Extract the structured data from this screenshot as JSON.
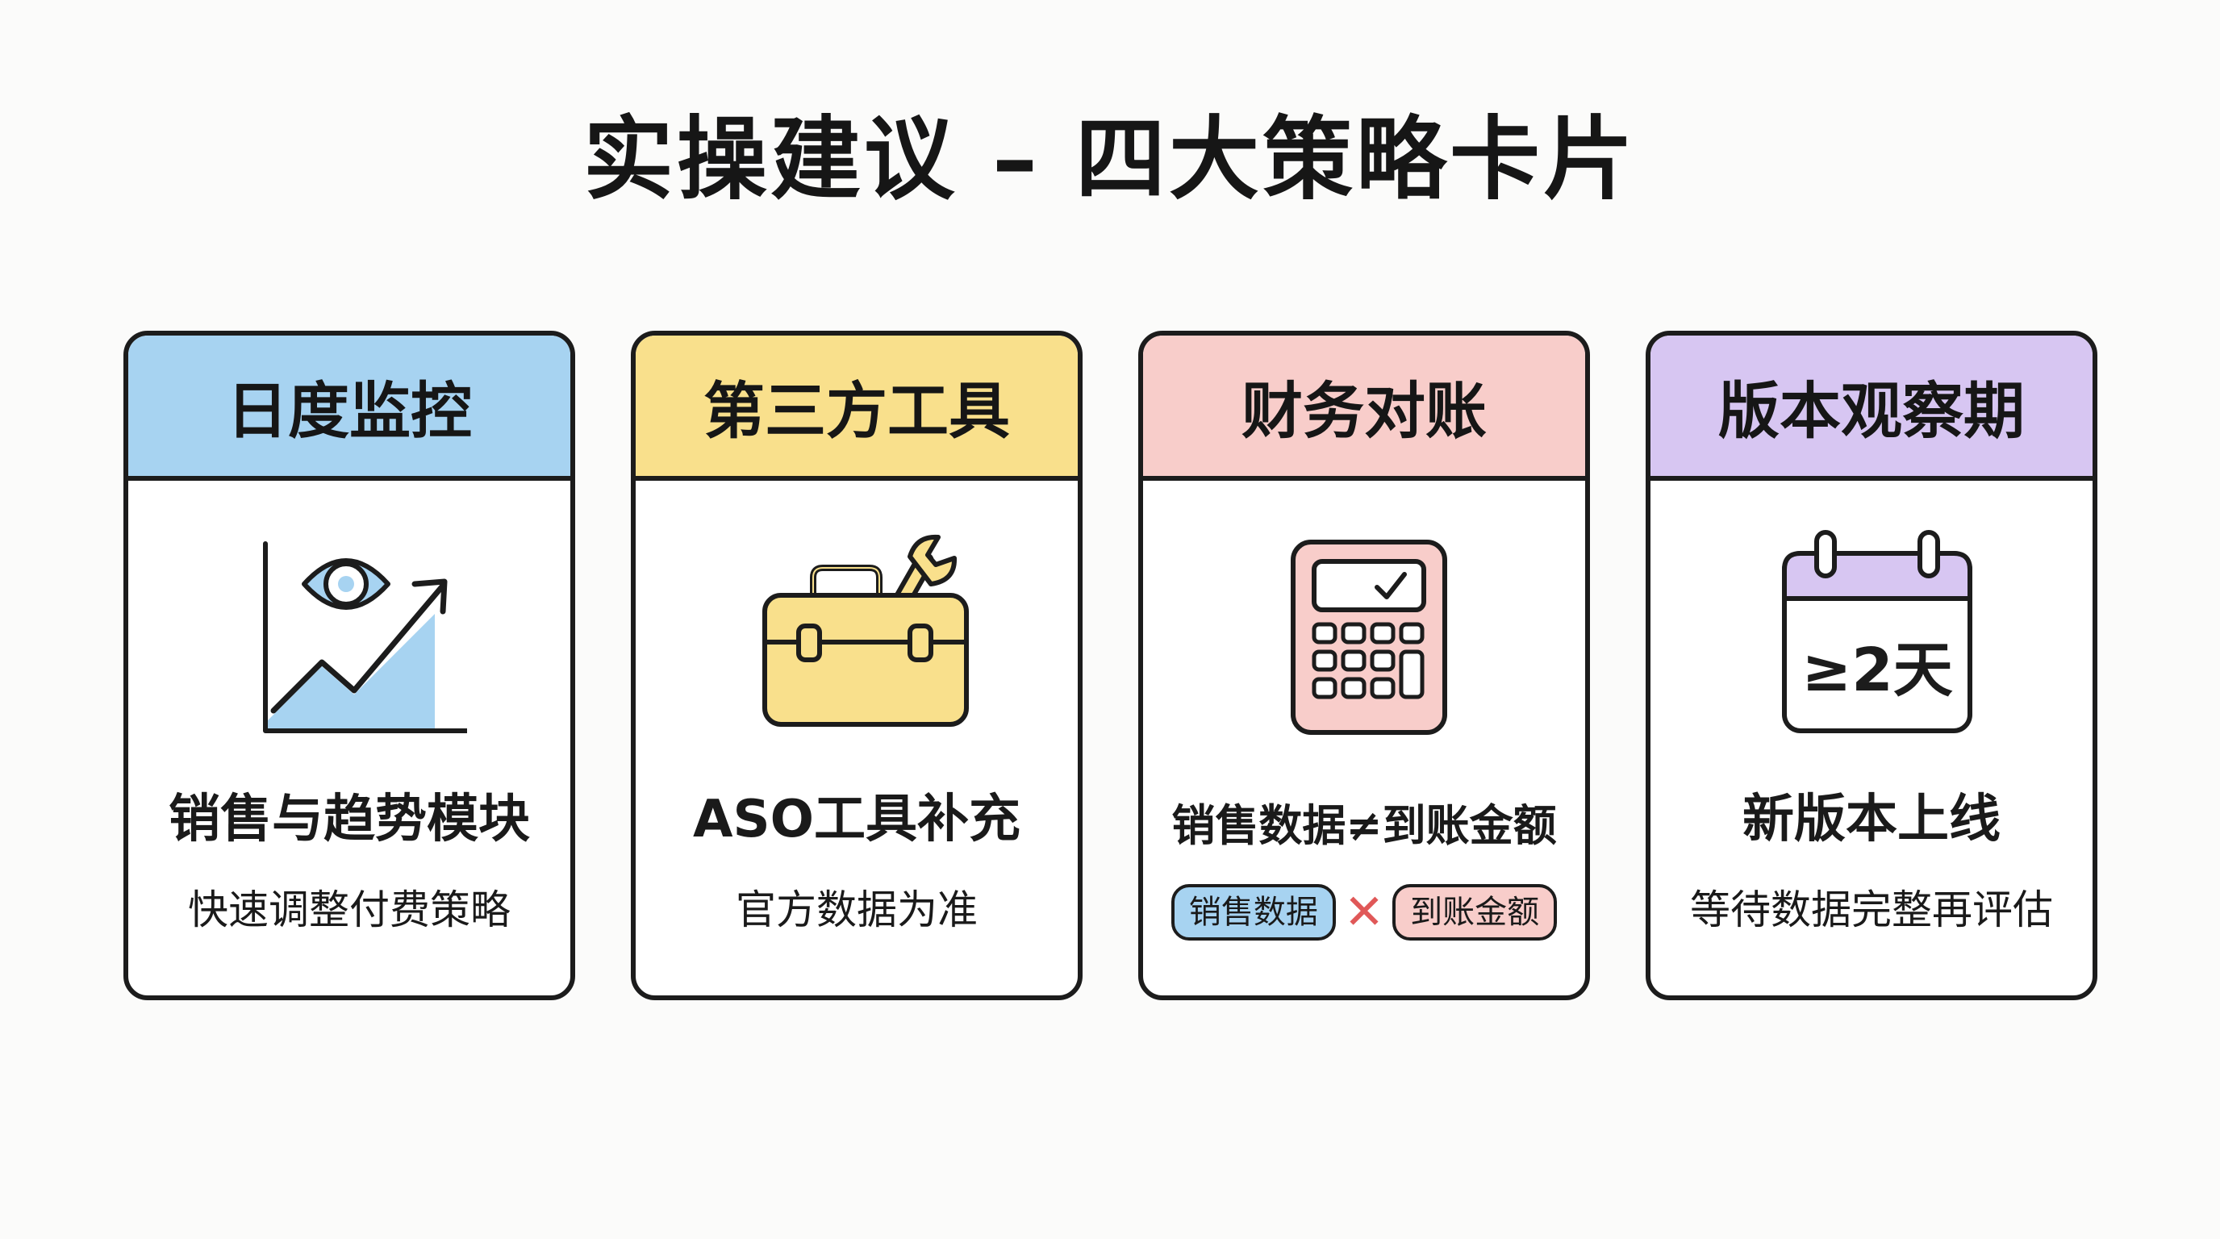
{
  "title": "实操建议 – 四大策略卡片",
  "colors": {
    "blue": "#a7d3f1",
    "yellow": "#f9e08c",
    "pink": "#f8cdca",
    "purple": "#d7c6f2",
    "outline": "#1c1c1c",
    "cross_red": "#e05858"
  },
  "cards": [
    {
      "header": "日度监控",
      "icon": "eye-trend-chart-icon",
      "subtitle": "销售与趋势模块",
      "description": "快速调整付费策略"
    },
    {
      "header": "第三方工具",
      "icon": "toolbox-wrench-icon",
      "subtitle": "ASO工具补充",
      "description": "官方数据为准"
    },
    {
      "header": "财务对账",
      "icon": "calculator-check-icon",
      "subtitle": "销售数据≠到账金额",
      "chips": [
        "销售数据",
        "到账金额"
      ],
      "chip_separator": "✕"
    },
    {
      "header": "版本观察期",
      "icon": "calendar-icon",
      "icon_text": "≥2天",
      "subtitle": "新版本上线",
      "description": "等待数据完整再评估"
    }
  ]
}
